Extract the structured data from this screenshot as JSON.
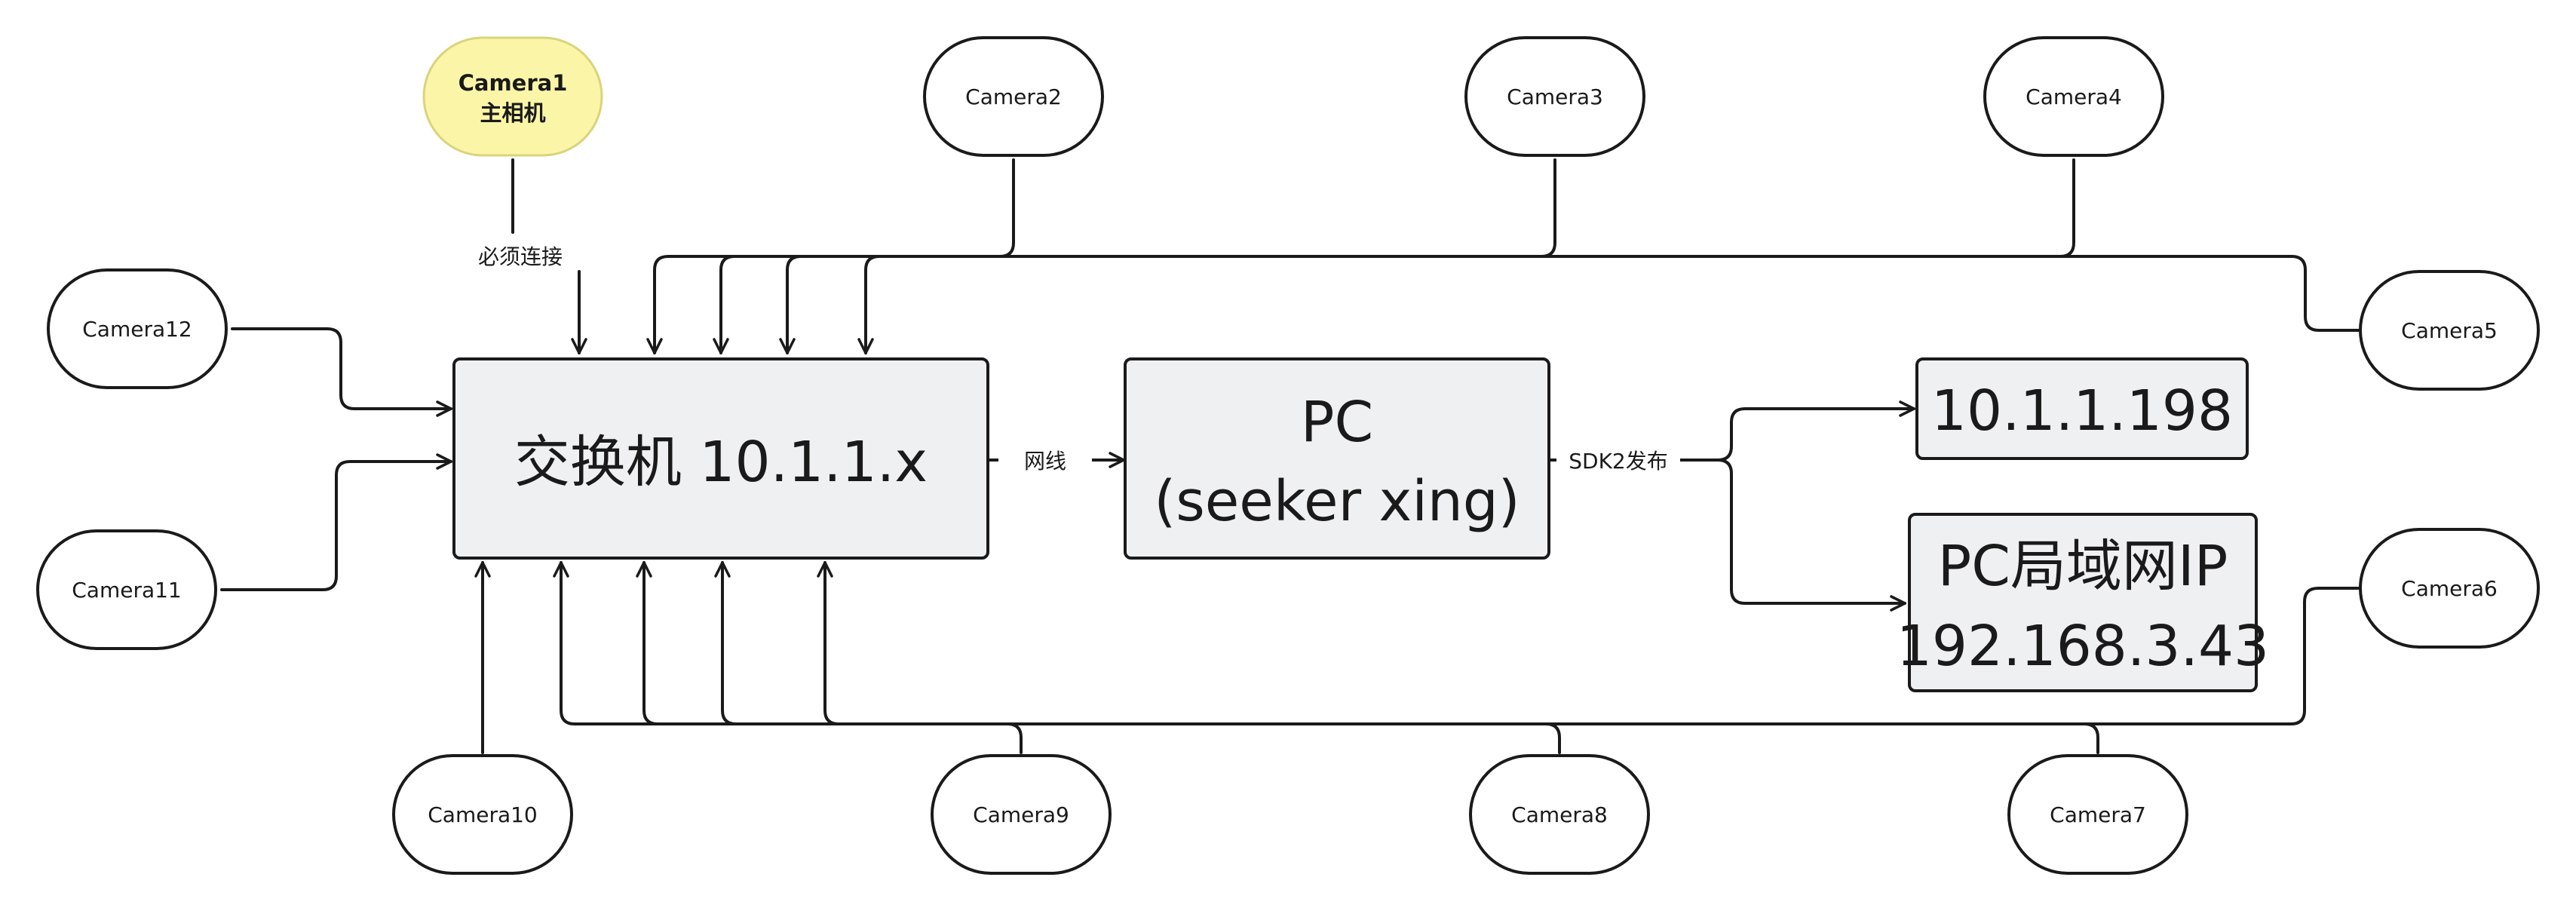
{
  "main_camera": {
    "name": "Camera1",
    "subtitle": "主相机",
    "highlight_color": "#fbf6a7"
  },
  "cameras": {
    "c2": "Camera2",
    "c3": "Camera3",
    "c4": "Camera4",
    "c5": "Camera5",
    "c6": "Camera6",
    "c7": "Camera7",
    "c8": "Camera8",
    "c9": "Camera9",
    "c10": "Camera10",
    "c11": "Camera11",
    "c12": "Camera12"
  },
  "switch_box": {
    "label": "交换机 10.1.1.x"
  },
  "pc_box": {
    "line1": "PC",
    "line2": "(seeker xing)"
  },
  "ip_box": {
    "label": "10.1.1.198"
  },
  "lan_box": {
    "line1": "PC局域网IP",
    "line2": "192.168.3.43"
  },
  "edge_labels": {
    "must_connect": "必须连接",
    "network_cable": "网线",
    "sdk2_publish": "SDK2发布"
  },
  "colors": {
    "box_fill": "#eef0f2",
    "stroke": "#1a1a1a"
  }
}
